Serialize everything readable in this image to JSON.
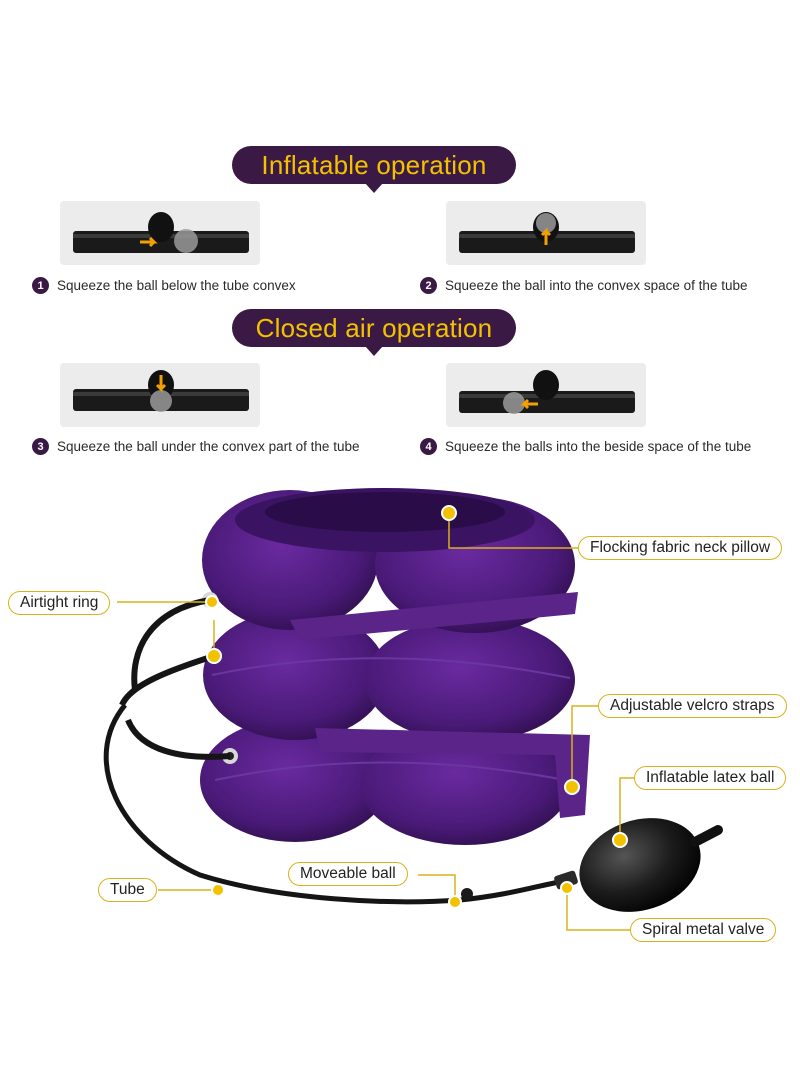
{
  "sections": {
    "inflatable_title": "Inflatable operation",
    "closed_title": "Closed air operation"
  },
  "steps": [
    {
      "number": "1",
      "text": "Squeeze the ball below the tube convex"
    },
    {
      "number": "2",
      "text": "Squeeze the ball into the convex space of the tube"
    },
    {
      "number": "3",
      "text": "Squeeze the ball under the convex part of the tube"
    },
    {
      "number": "4",
      "text": "Squeeze the balls into the beside space of the tube"
    }
  ],
  "callouts": {
    "pillow": "Flocking fabric neck pillow",
    "airtight": "Airtight ring",
    "straps": "Adjustable velcro straps",
    "latex_ball": "Inflatable latex ball",
    "moveable_ball": "Moveable ball",
    "tube": "Tube",
    "valve": "Spiral metal valve"
  },
  "colors": {
    "banner_bg": "#3a1a45",
    "banner_text": "#f2c200",
    "pillow": "#4a1a78",
    "accent": "#d9b21b"
  }
}
